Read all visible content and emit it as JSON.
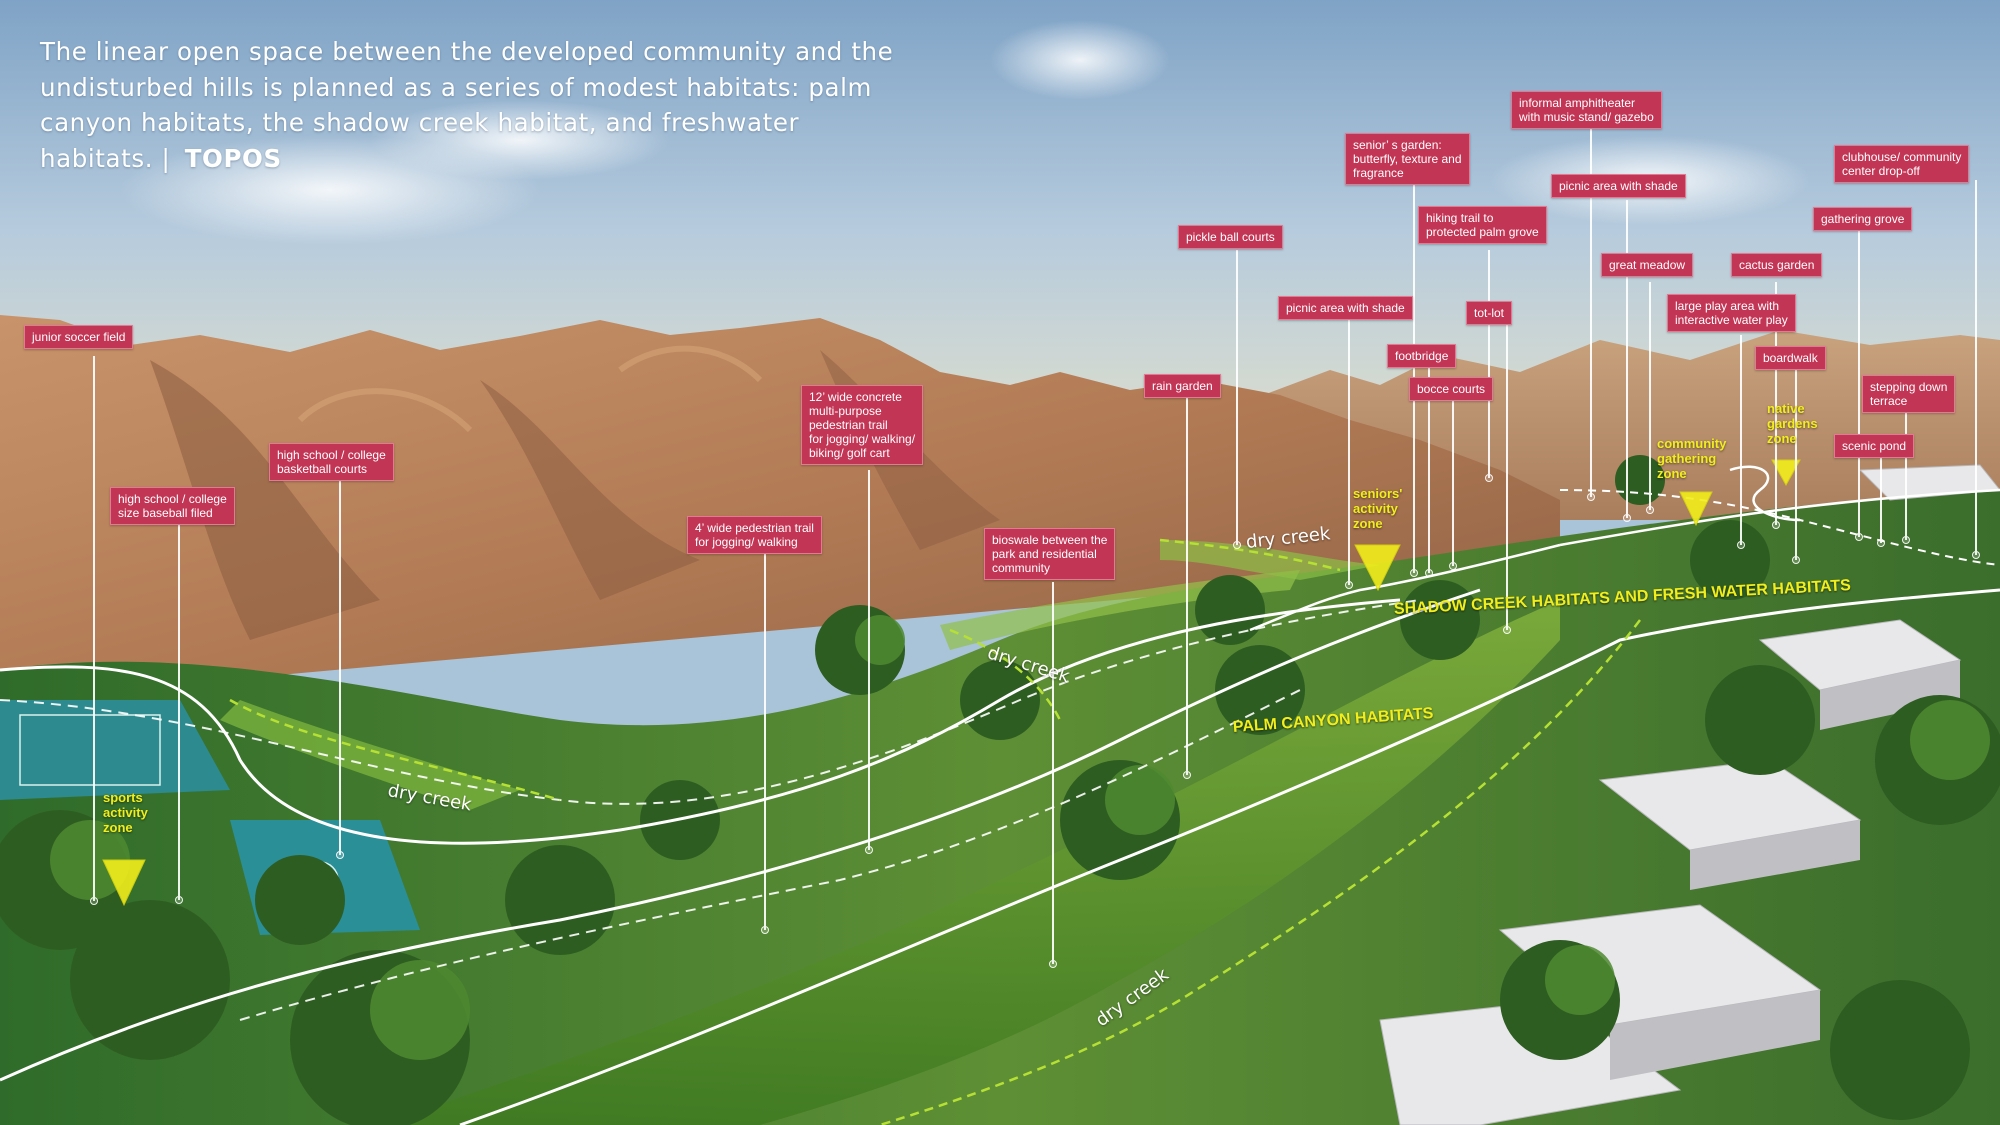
{
  "caption": {
    "text": "The linear open space between the developed community and the undisturbed hills is planned as a series of modest habitats: palm canyon habitats, the shadow creek habitat, and freshwater habitats.",
    "separator": "|",
    "brand": "TOPOS"
  },
  "labels": {
    "junior_soccer": "junior soccer field",
    "baseball": "high school / college\nsize baseball filed",
    "basketball": "high school / college\nbasketball courts",
    "ped_trail_4": "4’ wide pedestrian trail\nfor jogging/ walking",
    "trail_12": "12’ wide concrete\nmulti-purpose\npedestrian trail\nfor jogging/ walking/\nbiking/ golf cart",
    "bioswale": "bioswale between the\npark and residential\ncommunity",
    "rain_garden": "rain garden",
    "pickle_ball": "pickle ball courts",
    "picnic_shade_1": "picnic area with shade",
    "seniors_garden": "senior’ s garden:\nbutterfly, texture and\nfragrance",
    "hiking_trail": "hiking trail to\nprotected palm grove",
    "footbridge": "footbridge",
    "bocce": "bocce courts",
    "tot_lot": "tot-lot",
    "amphitheater": "informal amphitheater\nwith music stand/ gazebo",
    "picnic_shade_2": "picnic area with shade",
    "great_meadow": "great meadow",
    "large_play": "large play area with\ninteractive water play",
    "cactus_garden": "cactus garden",
    "boardwalk": "boardwalk",
    "clubhouse": "clubhouse/ community\ncenter  drop-off",
    "gathering_grove": "gathering grove",
    "stepping_down": "stepping down\nterrace",
    "scenic_pond": "scenic pond"
  },
  "zones": {
    "sports": "sports\nactivity\nzone",
    "seniors": "seniors'\nactivity\nzone",
    "community": "community\ngathering\nzone",
    "native": "native\ngardens\nzone"
  },
  "creeks": {
    "creek_1": "dry creek",
    "creek_2": "dry creek",
    "creek_3": "dry creek",
    "creek_4": "dry creek"
  },
  "habitats": {
    "palm_canyon": "PALM CANYON HABITATS",
    "shadow_creek": "SHADOW CREEK HABITATS AND FRESH WATER HABITATS"
  },
  "colors": {
    "label_bg": "#c23555",
    "zone_text": "#f2ee1c",
    "habitat_text": "#f2ee1c",
    "creek_line": "#b6e034"
  }
}
